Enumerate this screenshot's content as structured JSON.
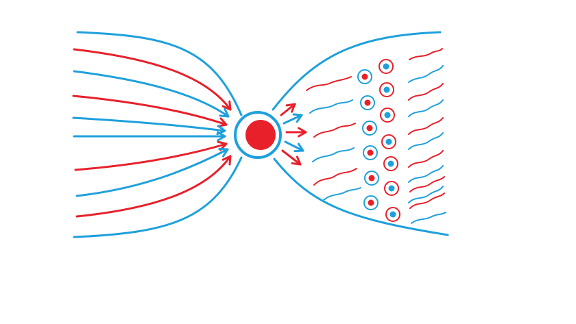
{
  "diagram": {
    "colors": {
      "red": "#e8202a",
      "blue": "#1ea0dc",
      "background": "#ffffff"
    },
    "left_region": {
      "incoming_lines": [
        {
          "color": "blue"
        },
        {
          "color": "red"
        },
        {
          "color": "blue"
        },
        {
          "color": "red"
        },
        {
          "color": "blue"
        },
        {
          "color": "red"
        },
        {
          "color": "blue"
        },
        {
          "color": "red"
        },
        {
          "color": "blue"
        }
      ]
    },
    "center": {
      "core_color": "red",
      "ring_color": "blue"
    },
    "right_region": {
      "outgoing_arrows": [
        {
          "color": "red"
        },
        {
          "color": "blue"
        },
        {
          "color": "red"
        },
        {
          "color": "blue"
        },
        {
          "color": "red"
        }
      ],
      "wavy_lines_near": [
        "red",
        "blue",
        "red",
        "blue",
        "red",
        "blue"
      ],
      "particles": [
        {
          "ring": "blue",
          "dot": "red"
        },
        {
          "ring": "red",
          "dot": "blue"
        },
        {
          "ring": "blue",
          "dot": "red"
        },
        {
          "ring": "red",
          "dot": "blue"
        },
        {
          "ring": "blue",
          "dot": "red"
        },
        {
          "ring": "red",
          "dot": "blue"
        },
        {
          "ring": "blue",
          "dot": "red"
        },
        {
          "ring": "red",
          "dot": "blue"
        },
        {
          "ring": "blue",
          "dot": "red"
        },
        {
          "ring": "red",
          "dot": "blue"
        },
        {
          "ring": "blue",
          "dot": "red"
        },
        {
          "ring": "red",
          "dot": "blue"
        },
        {
          "ring": "blue",
          "dot": "red"
        },
        {
          "ring": "red",
          "dot": "blue"
        }
      ],
      "wavy_lines_far": [
        "red",
        "blue",
        "red",
        "blue",
        "red",
        "blue",
        "red",
        "blue",
        "red",
        "blue",
        "red",
        "blue"
      ]
    }
  }
}
